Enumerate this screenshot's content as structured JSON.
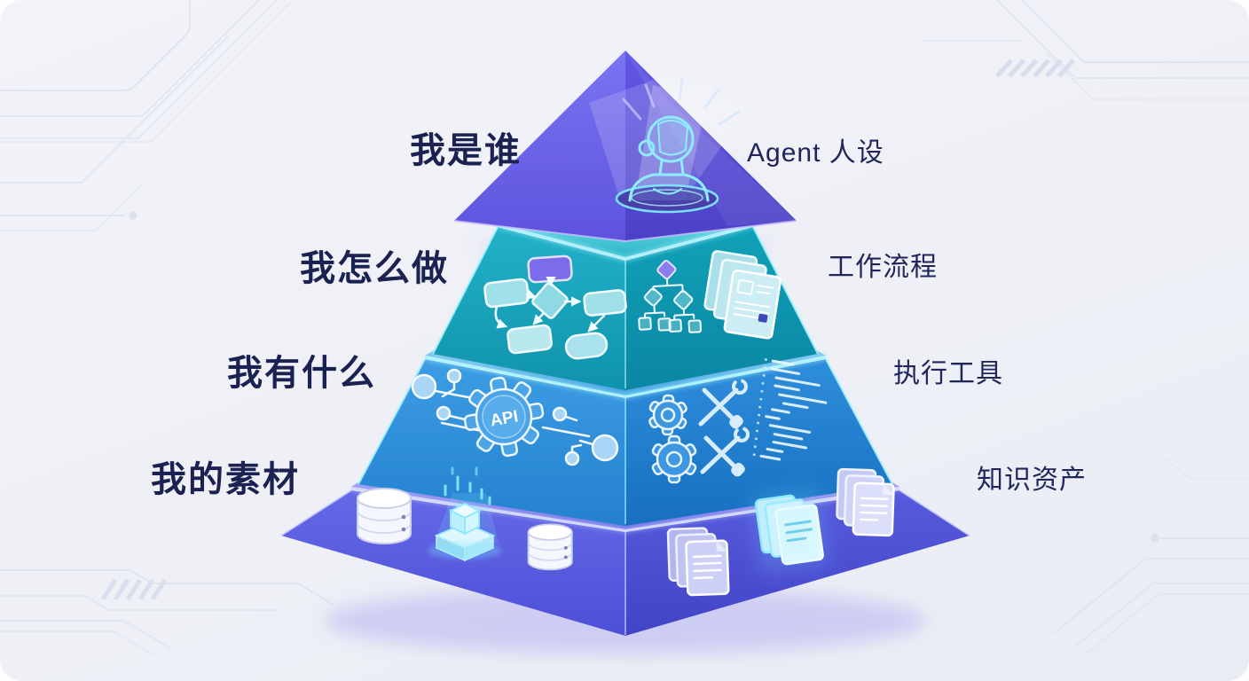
{
  "diagram": {
    "type": "pyramid",
    "orientation": "corner-3d",
    "levels": [
      {
        "rank": 1,
        "left_label": "我是谁",
        "right_label": "Agent 人设",
        "face_color_left": "#6E66EA",
        "face_color_right": "#5A4ED8",
        "icons": [
          "robot-hologram-icon"
        ]
      },
      {
        "rank": 2,
        "left_label": "我怎么做",
        "right_label": "工作流程",
        "face_color_left": "#17A4BC",
        "face_color_right": "#0D93AB",
        "icons": [
          "flowchart-icon",
          "org-tree-icon",
          "documents-icon"
        ]
      },
      {
        "rank": 3,
        "left_label": "我有什么",
        "right_label": "执行工具",
        "api_label": "API",
        "face_color_left": "#2F93DD",
        "face_color_right": "#1E7ED2",
        "icons": [
          "circuit-nodes-icon",
          "api-gear-icon",
          "gears-icon",
          "crossed-tools-icon",
          "code-block-icon"
        ]
      },
      {
        "rank": 4,
        "left_label": "我的素材",
        "right_label": "知识资产",
        "face_color_left": "#5A5EE0",
        "face_color_right": "#4A4ECF",
        "icons": [
          "database-icon",
          "cube-hologram-icon",
          "database-icon",
          "document-stack-icon",
          "document-stack-icon",
          "document-stack-icon"
        ]
      }
    ]
  },
  "style": {
    "background": "#EEF0F6",
    "circuit_trace_color": "#E0E4F1",
    "label_color": "#1B2150",
    "neon_glow_color": "#8FECFF",
    "under_glow_color": "#A9A5F0"
  }
}
